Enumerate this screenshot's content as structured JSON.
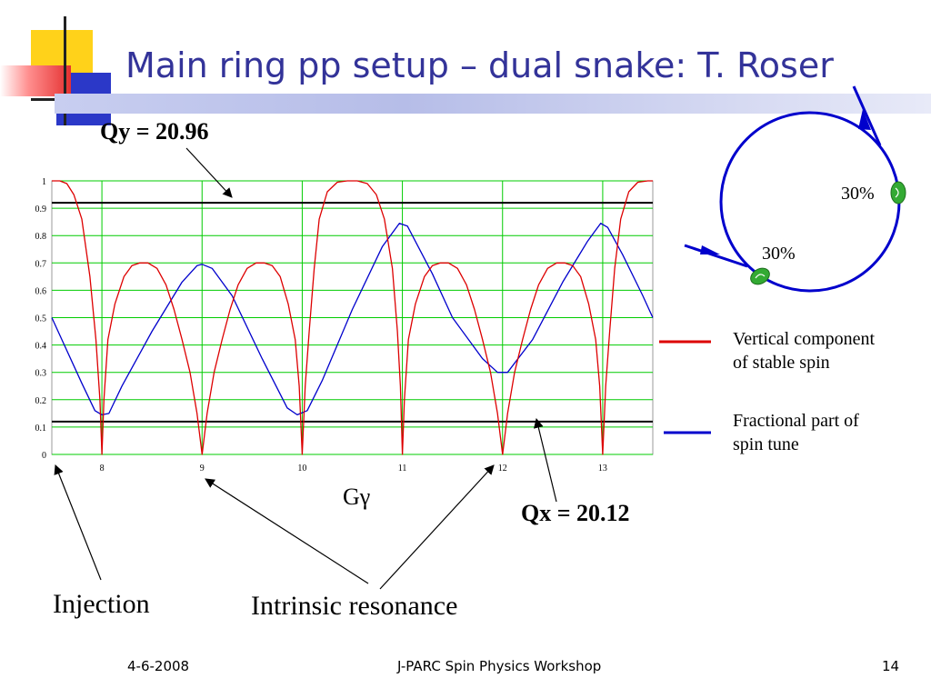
{
  "slide": {
    "title": "Main ring pp setup – dual snake: T. Roser",
    "footer_date": "4-6-2008",
    "footer_center": "J-PARC Spin Physics Workshop",
    "page_number": "14"
  },
  "annotations": {
    "qy": "Qy = 20.96",
    "qx": "Qx = 20.12",
    "xlabel": "Gγ",
    "injection": "Injection",
    "intrinsic": "Intrinsic resonance"
  },
  "ring": {
    "snake1_label": "30%",
    "snake2_label": "30%",
    "ring_color": "#0000cc",
    "snake_color": "#33aa33"
  },
  "legend": [
    {
      "color": "#dd0000",
      "line1": "Vertical component",
      "line2": "of stable spin"
    },
    {
      "color": "#0000cc",
      "line1": "Fractional part of",
      "line2": "spin tune"
    }
  ],
  "chart_data": {
    "type": "line",
    "xlim": [
      7.5,
      13.5
    ],
    "ylim": [
      0,
      1
    ],
    "xticks": [
      "8",
      "9",
      "10",
      "11",
      "12",
      "13"
    ],
    "yticks": [
      "0",
      "0.1",
      "0.2",
      "0.3",
      "0.4",
      "0.5",
      "0.6",
      "0.7",
      "0.8",
      "0.9",
      "1"
    ],
    "grid": true,
    "grid_color": "#00cc00",
    "hlines": [
      0.12,
      0.92
    ],
    "series": [
      {
        "color": "#0000cc",
        "points": [
          [
            7.5,
            0.5
          ],
          [
            7.6,
            0.42
          ],
          [
            7.8,
            0.26
          ],
          [
            7.93,
            0.16
          ],
          [
            8.0,
            0.145
          ],
          [
            8.07,
            0.15
          ],
          [
            8.2,
            0.25
          ],
          [
            8.5,
            0.45
          ],
          [
            8.8,
            0.63
          ],
          [
            8.95,
            0.69
          ],
          [
            9.0,
            0.695
          ],
          [
            9.1,
            0.68
          ],
          [
            9.3,
            0.58
          ],
          [
            9.6,
            0.35
          ],
          [
            9.85,
            0.17
          ],
          [
            9.95,
            0.145
          ],
          [
            10.05,
            0.16
          ],
          [
            10.2,
            0.27
          ],
          [
            10.5,
            0.53
          ],
          [
            10.8,
            0.76
          ],
          [
            10.97,
            0.845
          ],
          [
            11.05,
            0.835
          ],
          [
            11.3,
            0.66
          ],
          [
            11.5,
            0.5
          ],
          [
            11.8,
            0.35
          ],
          [
            11.95,
            0.3
          ],
          [
            12.05,
            0.3
          ],
          [
            12.3,
            0.42
          ],
          [
            12.6,
            0.63
          ],
          [
            12.85,
            0.78
          ],
          [
            12.98,
            0.845
          ],
          [
            13.05,
            0.83
          ],
          [
            13.2,
            0.73
          ],
          [
            13.4,
            0.58
          ],
          [
            13.5,
            0.5
          ]
        ]
      },
      {
        "color": "#dd0000",
        "points": [
          [
            7.5,
            1.0
          ],
          [
            7.58,
            1.0
          ],
          [
            7.65,
            0.99
          ],
          [
            7.72,
            0.95
          ],
          [
            7.8,
            0.86
          ],
          [
            7.88,
            0.65
          ],
          [
            7.94,
            0.42
          ],
          [
            7.98,
            0.2
          ],
          [
            8.0,
            0.0
          ],
          [
            8.02,
            0.2
          ],
          [
            8.06,
            0.42
          ],
          [
            8.13,
            0.55
          ],
          [
            8.22,
            0.65
          ],
          [
            8.3,
            0.69
          ],
          [
            8.38,
            0.7
          ],
          [
            8.46,
            0.7
          ],
          [
            8.55,
            0.68
          ],
          [
            8.64,
            0.62
          ],
          [
            8.72,
            0.53
          ],
          [
            8.8,
            0.42
          ],
          [
            8.88,
            0.3
          ],
          [
            8.95,
            0.15
          ],
          [
            9.0,
            0.0
          ],
          [
            9.05,
            0.15
          ],
          [
            9.12,
            0.3
          ],
          [
            9.2,
            0.42
          ],
          [
            9.28,
            0.53
          ],
          [
            9.36,
            0.62
          ],
          [
            9.45,
            0.68
          ],
          [
            9.54,
            0.7
          ],
          [
            9.62,
            0.7
          ],
          [
            9.7,
            0.69
          ],
          [
            9.78,
            0.65
          ],
          [
            9.86,
            0.55
          ],
          [
            9.93,
            0.42
          ],
          [
            9.97,
            0.25
          ],
          [
            10.0,
            0.0
          ],
          [
            10.03,
            0.25
          ],
          [
            10.07,
            0.45
          ],
          [
            10.12,
            0.68
          ],
          [
            10.17,
            0.86
          ],
          [
            10.25,
            0.96
          ],
          [
            10.35,
            0.995
          ],
          [
            10.45,
            1.0
          ],
          [
            10.55,
            1.0
          ],
          [
            10.65,
            0.99
          ],
          [
            10.74,
            0.95
          ],
          [
            10.82,
            0.86
          ],
          [
            10.9,
            0.68
          ],
          [
            10.95,
            0.45
          ],
          [
            10.98,
            0.25
          ],
          [
            11.0,
            0.0
          ],
          [
            11.02,
            0.2
          ],
          [
            11.06,
            0.42
          ],
          [
            11.13,
            0.55
          ],
          [
            11.22,
            0.65
          ],
          [
            11.3,
            0.69
          ],
          [
            11.38,
            0.7
          ],
          [
            11.46,
            0.7
          ],
          [
            11.55,
            0.68
          ],
          [
            11.64,
            0.62
          ],
          [
            11.72,
            0.53
          ],
          [
            11.8,
            0.42
          ],
          [
            11.88,
            0.3
          ],
          [
            11.95,
            0.15
          ],
          [
            12.0,
            0.0
          ],
          [
            12.05,
            0.15
          ],
          [
            12.12,
            0.3
          ],
          [
            12.2,
            0.42
          ],
          [
            12.28,
            0.53
          ],
          [
            12.36,
            0.62
          ],
          [
            12.45,
            0.68
          ],
          [
            12.54,
            0.7
          ],
          [
            12.62,
            0.7
          ],
          [
            12.7,
            0.69
          ],
          [
            12.78,
            0.65
          ],
          [
            12.86,
            0.55
          ],
          [
            12.93,
            0.42
          ],
          [
            12.97,
            0.25
          ],
          [
            13.0,
            0.0
          ],
          [
            13.03,
            0.25
          ],
          [
            13.07,
            0.45
          ],
          [
            13.12,
            0.68
          ],
          [
            13.18,
            0.86
          ],
          [
            13.26,
            0.96
          ],
          [
            13.35,
            0.995
          ],
          [
            13.45,
            1.0
          ],
          [
            13.5,
            1.0
          ]
        ]
      }
    ]
  }
}
